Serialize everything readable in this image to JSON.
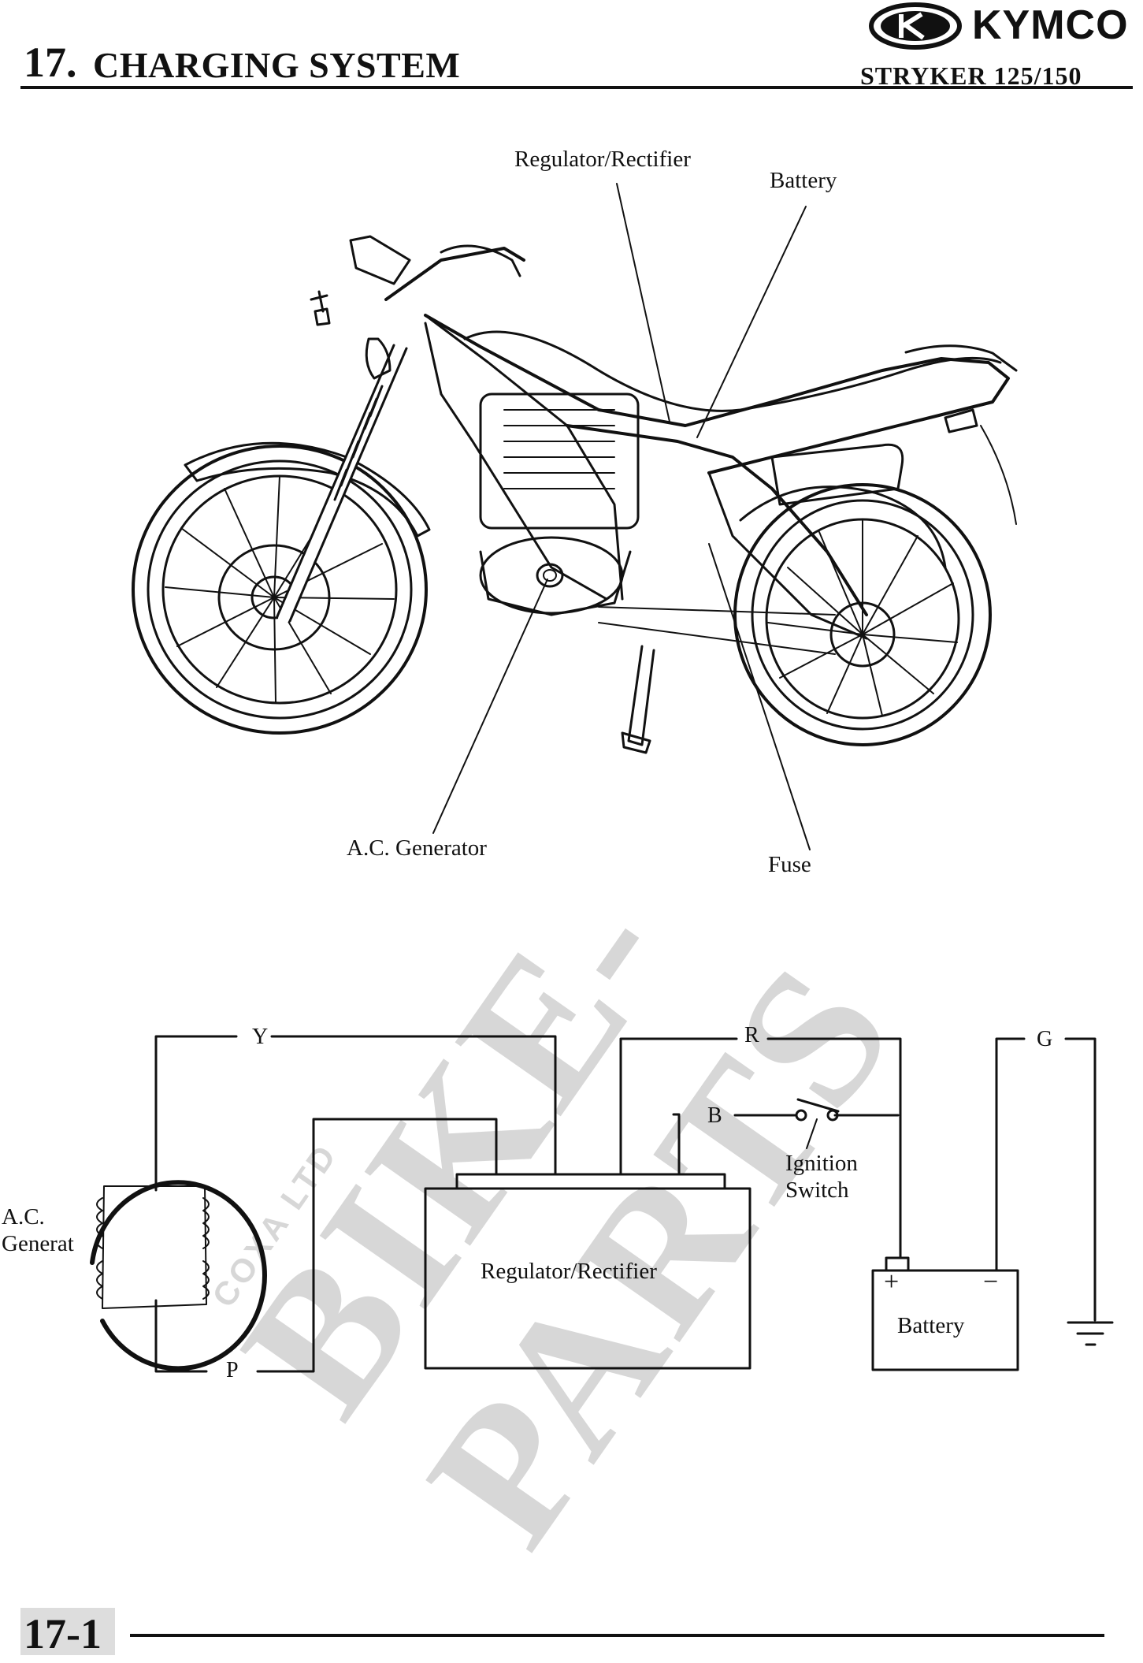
{
  "header": {
    "section_number": "17.",
    "section_title": "CHARGING SYSTEM",
    "model": "STRYKER 125/150",
    "brand": "KYMCO"
  },
  "illustration_labels": {
    "regulator_rectifier": "Regulator/Rectifier",
    "battery": "Battery",
    "ac_generator": "A.C. Generator",
    "fuse": "Fuse"
  },
  "schematic": {
    "wires": {
      "yellow": "Y",
      "red": "R",
      "green": "G",
      "black": "B",
      "pink": "P"
    },
    "ac_generator_line1": "A.C.",
    "ac_generator_line2": "Generat",
    "regulator_rectifier": "Regulator/Rectifier",
    "ignition_line1": "Ignition",
    "ignition_line2": "Switch",
    "battery": "Battery",
    "battery_plus": "+",
    "battery_minus": "−"
  },
  "watermark": {
    "main": "BIKE-PARTS",
    "sub": "COXA LTD"
  },
  "footer": {
    "page_number": "17-1"
  }
}
